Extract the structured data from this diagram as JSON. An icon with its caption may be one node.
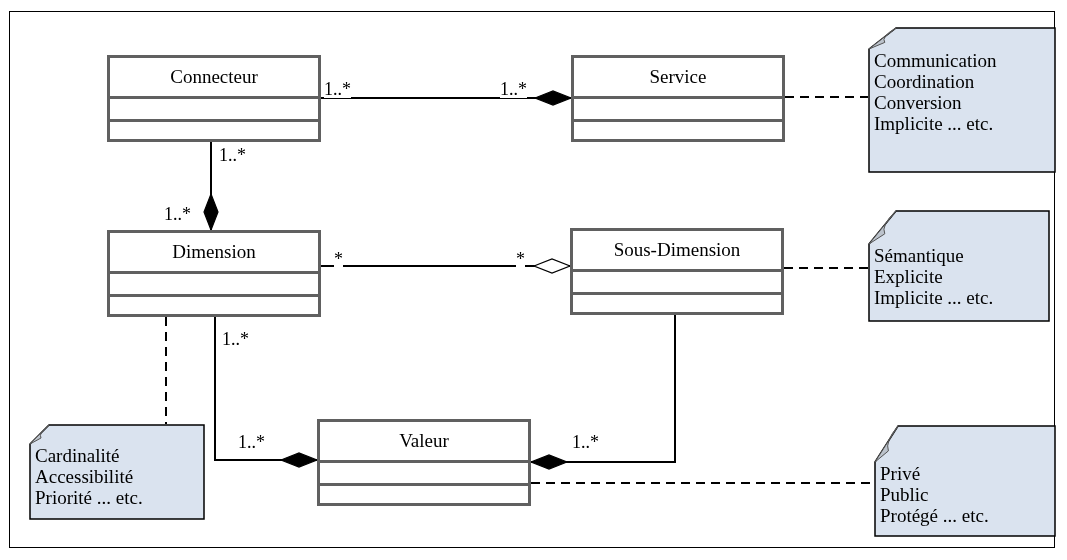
{
  "diagram": {
    "nodes": [
      {
        "text": [
          "Connecteur"
        ]
      },
      {
        "text": [
          "Service"
        ]
      },
      {
        "text": [
          "Communication",
          "Coordination",
          "Conversion",
          "Implicite ... etc."
        ]
      },
      {
        "text": [
          "Dimension"
        ]
      },
      {
        "text": [
          "Sous-Dimension"
        ]
      },
      {
        "text": [
          "Sémantique",
          "Explicite",
          "Implicite ... etc."
        ]
      },
      {
        "text": [
          "Cardinalité",
          "Accessibilité",
          "Priorité ... etc."
        ]
      },
      {
        "text": [
          "Valeur"
        ]
      },
      {
        "text": [
          "Privé",
          "Public",
          "Protégé ... etc."
        ]
      }
    ],
    "edges": [
      {
        "from": 0,
        "to": 1,
        "arrow": "other"
      },
      {
        "from": 0,
        "to": 3,
        "arrow": "other"
      },
      {
        "from": 3,
        "to": 4,
        "arrow": "other"
      },
      {
        "from": 3,
        "to": 7,
        "arrow": "other"
      },
      {
        "from": 4,
        "to": 7,
        "arrow": "other"
      },
      {
        "from": 1,
        "to": 2,
        "arrow": "none",
        "style": "dashed"
      },
      {
        "from": 4,
        "to": 5,
        "arrow": "none",
        "style": "dashed"
      },
      {
        "from": 3,
        "to": 6,
        "arrow": "none",
        "style": "dashed"
      },
      {
        "from": 7,
        "to": 8,
        "arrow": "none",
        "style": "dashed"
      }
    ],
    "labels": [
      "1..*",
      "1..*",
      "1..*",
      "1..*",
      "*",
      "*",
      "1..*",
      "1..*",
      "1..*"
    ]
  }
}
